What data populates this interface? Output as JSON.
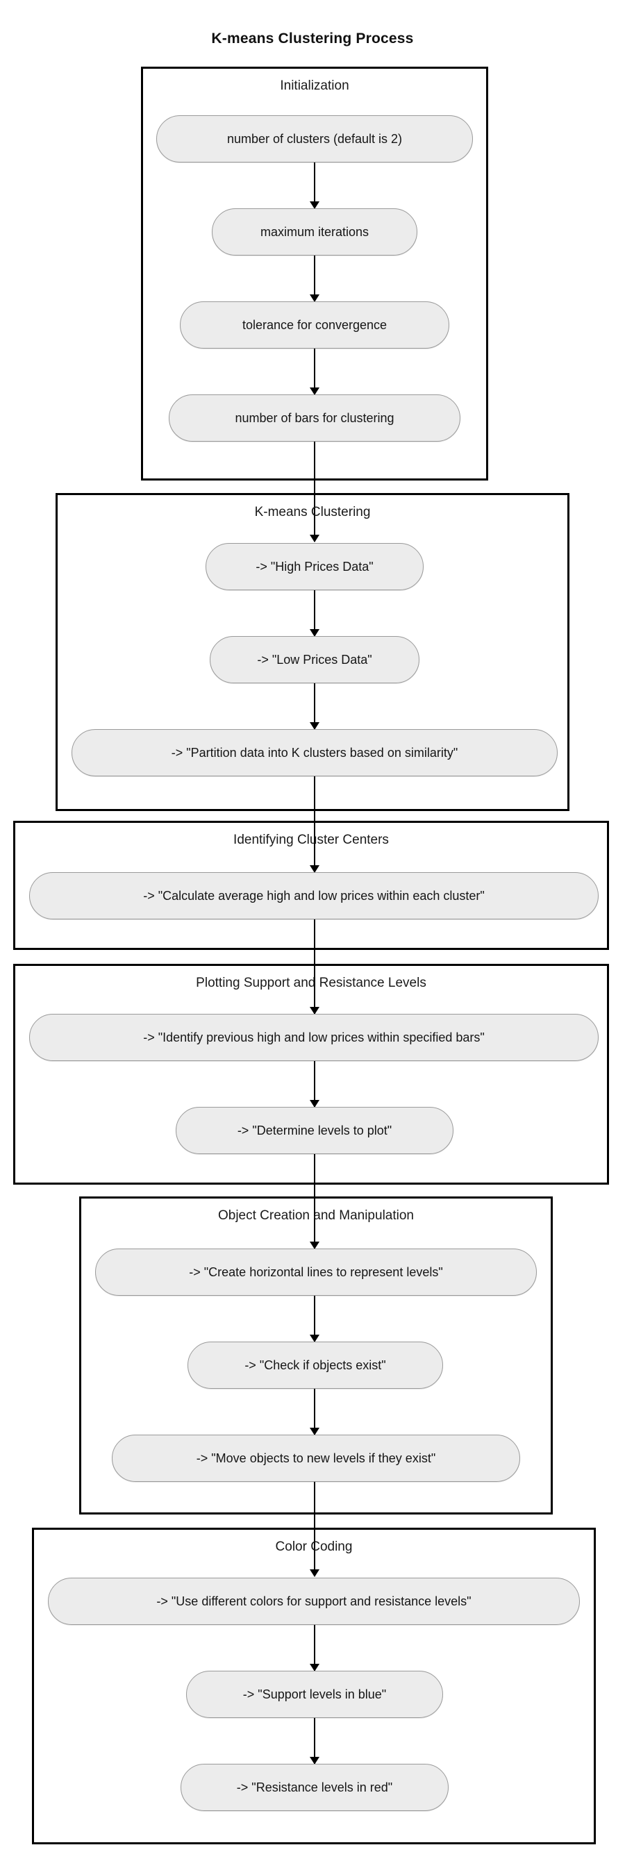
{
  "diagram": {
    "title": "K-means Clustering Process",
    "type": "flowchart",
    "direction": "top-down",
    "node_fill": "#ececec",
    "node_stroke": "#9a9a9a",
    "subgraph_stroke": "#000000",
    "edge_color": "#000000",
    "background": "#ffffff"
  },
  "subgraphs": [
    {
      "label": "Initialization",
      "nodes": [
        {
          "text": "number of clusters (default is 2)"
        },
        {
          "text": "maximum iterations"
        },
        {
          "text": "tolerance for convergence"
        },
        {
          "text": "number of bars for clustering"
        }
      ]
    },
    {
      "label": "K-means Clustering",
      "nodes": [
        {
          "text": "-> \"High Prices Data\""
        },
        {
          "text": "-> \"Low Prices Data\""
        },
        {
          "text": "-> \"Partition data into K clusters based on similarity\""
        }
      ]
    },
    {
      "label": "Identifying Cluster Centers",
      "nodes": [
        {
          "text": "-> \"Calculate average high and low prices within each cluster\""
        }
      ]
    },
    {
      "label": "Plotting Support and Resistance Levels",
      "nodes": [
        {
          "text": "-> \"Identify previous high and low prices within specified bars\""
        },
        {
          "text": "-> \"Determine levels to plot\""
        }
      ]
    },
    {
      "label": "Object Creation and Manipulation",
      "nodes": [
        {
          "text": "-> \"Create horizontal lines to represent levels\""
        },
        {
          "text": "-> \"Check if objects exist\""
        },
        {
          "text": "-> \"Move objects to new levels if they exist\""
        }
      ]
    },
    {
      "label": "Color Coding",
      "nodes": [
        {
          "text": "-> \"Use different colors for support and resistance levels\""
        },
        {
          "text": "-> \"Support levels in blue\""
        },
        {
          "text": "-> \"Resistance levels in red\""
        }
      ]
    }
  ]
}
